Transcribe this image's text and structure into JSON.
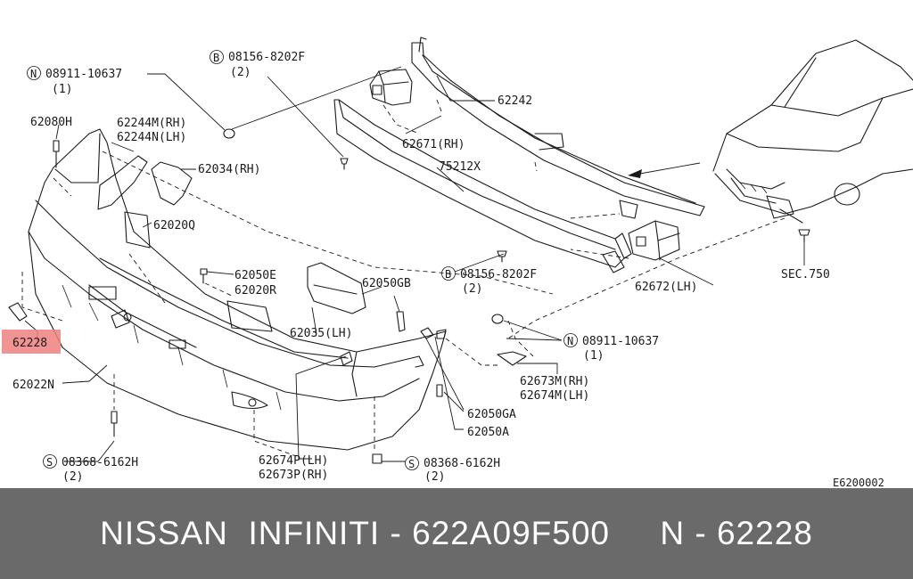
{
  "diagram": {
    "labels": {
      "p1": "08911-10637",
      "p1q": "(1)",
      "p2": "08156-8202F",
      "p2q": "(2)",
      "p3": "62242",
      "p4": "62080H",
      "p5": "62244M(RH)",
      "p6": "62244N(LH)",
      "p7": "62034(RH)",
      "p8": "62671(RH)",
      "p9": "75212X",
      "p10": "62020Q",
      "p11": "62050E",
      "p12": "62020R",
      "p13": "62050GB",
      "p14": "08156-8202F",
      "p14q": "(2)",
      "p15": "62672(LH)",
      "p16": "SEC.750",
      "p17": "62035(LH)",
      "p18": "08911-10637",
      "p18q": "(1)",
      "p19": "62228",
      "p20": "62022N",
      "p21": "62673M(RH)",
      "p22": "62674M(LH)",
      "p23": "62050GA",
      "p24": "62050A",
      "p25": "08368-6162H",
      "p25q": "(2)",
      "p26": "62674P(LH)",
      "p27": "62673P(RH)",
      "p28": "08368-6162H",
      "p28q": "(2)",
      "code": "E6200002"
    },
    "prefixes": {
      "n": "N",
      "b": "B",
      "s": "S"
    },
    "highlight_color": "#f08080"
  },
  "footer": {
    "text": "NISSAN  INFINITI - 622A09F500     N - 62228",
    "background": "#6a6a6a"
  }
}
